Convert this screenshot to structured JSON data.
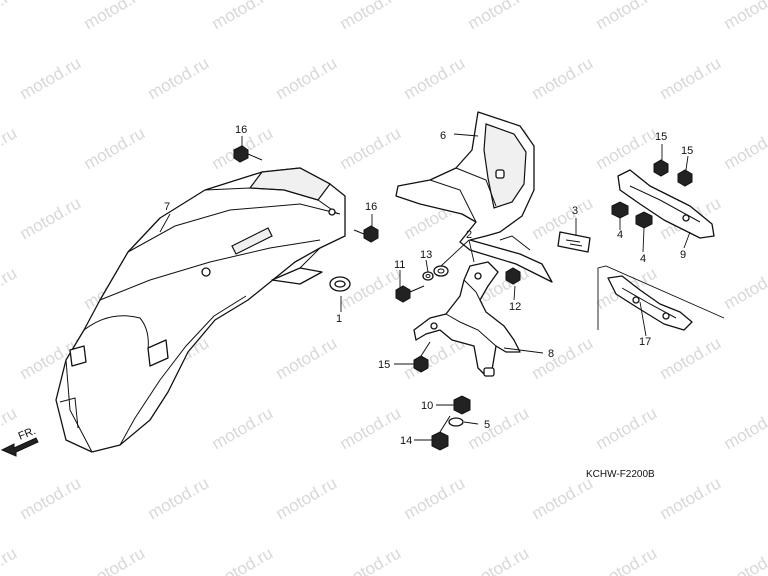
{
  "watermark_text": "motod.ru",
  "diagram_code": "KCHW-F2200B",
  "direction_label": "FR.",
  "parts": [
    {
      "id": "p1",
      "number": "1",
      "name": "grommet"
    },
    {
      "id": "p2",
      "number": "2",
      "name": "collar"
    },
    {
      "id": "p3",
      "number": "3",
      "name": "reflector"
    },
    {
      "id": "p4a",
      "number": "4",
      "name": "nut"
    },
    {
      "id": "p4b",
      "number": "4",
      "name": "nut"
    },
    {
      "id": "p5",
      "number": "5",
      "name": "washer"
    },
    {
      "id": "p6",
      "number": "6",
      "name": "license-plate-bracket"
    },
    {
      "id": "p7",
      "number": "7",
      "name": "rear-fender"
    },
    {
      "id": "p8",
      "number": "8",
      "name": "stay"
    },
    {
      "id": "p9",
      "number": "9",
      "name": "plate-bracket"
    },
    {
      "id": "p10",
      "number": "10",
      "name": "nut"
    },
    {
      "id": "p11",
      "number": "11",
      "name": "bolt"
    },
    {
      "id": "p12",
      "number": "12",
      "name": "nut"
    },
    {
      "id": "p13",
      "number": "13",
      "name": "washer"
    },
    {
      "id": "p14",
      "number": "14",
      "name": "bolt"
    },
    {
      "id": "p15a",
      "number": "15",
      "name": "bolt"
    },
    {
      "id": "p15b",
      "number": "15",
      "name": "bolt"
    },
    {
      "id": "p15c",
      "number": "15",
      "name": "bolt"
    },
    {
      "id": "p16a",
      "number": "16",
      "name": "bolt"
    },
    {
      "id": "p16b",
      "number": "16",
      "name": "bolt"
    },
    {
      "id": "p17",
      "number": "17",
      "name": "bracket"
    }
  ]
}
